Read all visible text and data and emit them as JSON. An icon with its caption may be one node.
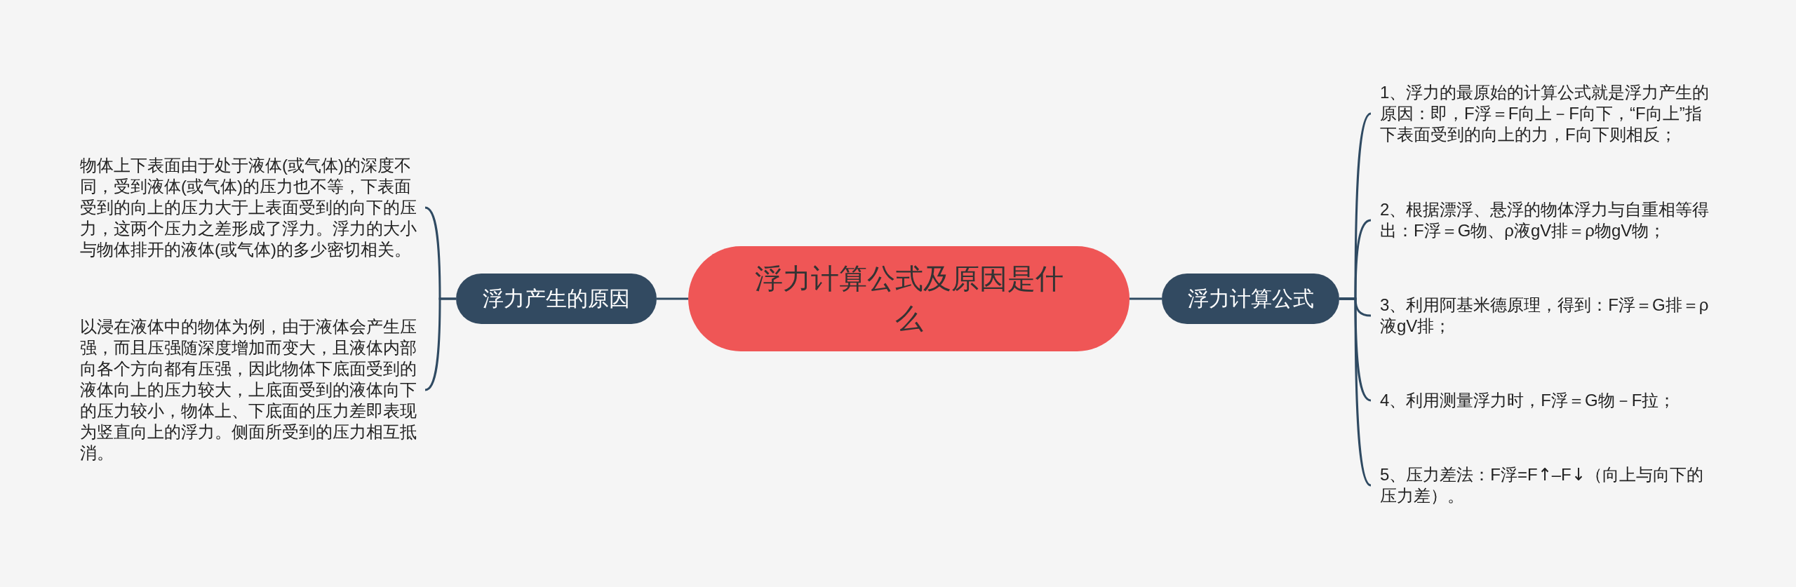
{
  "diagram": {
    "nodes": [
      {
        "text": [
          "浮力计算公式及原因是什么"
        ]
      },
      {
        "text": [
          "浮力产生的原因"
        ]
      },
      {
        "text": [
          "物体上下表面由于处于液体(或气体)的深度不同，受到液体(或气体)的压力也不等，下表面受到的向上的压力大于上表面受到的向下的压力，这两个压力之差形成了浮力。浮力的大小与物体排开的液体(或气体)的多少密切相关。"
        ]
      },
      {
        "text": [
          "以浸在液体中的物体为例，由于液体会产生压强，而且压强随深度增加而变大，且液体内部向各个方向都有压强，因此物体下底面受到的液体向上的压力较大，上底面受到的液体向下的压力较小，物体上、下底面的压力差即表现为竖直向上的浮力。侧面所受到的压力相互抵消。"
        ]
      },
      {
        "text": [
          "浮力计算公式"
        ]
      },
      {
        "text": [
          "1、浮力的最原始的计算公式就是浮力产生的原因：即，F浮＝F向上－F向下，“F向上”指下表面受到的向上的力，F向下则相反；"
        ]
      },
      {
        "text": [
          "2、根据漂浮、悬浮的物体浮力与自重相等得出：F浮＝G物、ρ液gV排＝ρ物gV物；"
        ]
      },
      {
        "text": [
          "3、利用阿基米德原理，得到：F浮＝G排＝ρ液gV排；"
        ]
      },
      {
        "text": [
          "4、利用测量浮力时，F浮＝G物－F拉；"
        ]
      },
      {
        "text": [
          "5、压力差法：F浮=F↑–F↓（向上与向下的压力差）。"
        ]
      }
    ],
    "edges": [
      {
        "from": 0,
        "to": 1,
        "arrow": "none"
      },
      {
        "from": 1,
        "to": 2,
        "arrow": "none"
      },
      {
        "from": 1,
        "to": 3,
        "arrow": "none"
      },
      {
        "from": 0,
        "to": 4,
        "arrow": "none"
      },
      {
        "from": 4,
        "to": 5,
        "arrow": "none"
      },
      {
        "from": 4,
        "to": 6,
        "arrow": "none"
      },
      {
        "from": 4,
        "to": 7,
        "arrow": "none"
      },
      {
        "from": 4,
        "to": 8,
        "arrow": "none"
      },
      {
        "from": 4,
        "to": 9,
        "arrow": "none"
      }
    ]
  }
}
